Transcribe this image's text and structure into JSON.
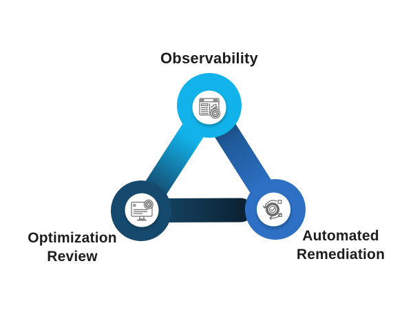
{
  "diagram": {
    "type": "triangle-cycle-infographic",
    "background_color": "#ffffff",
    "text_color": "#1d1d1d",
    "icon_stroke_color": "#6e6e6e",
    "nodes": [
      {
        "id": "observability",
        "label": "Observability",
        "color": "#12b3ea",
        "inner_circle_color": "#ffffff",
        "icon": "report-analytics-gear-icon",
        "position": "top"
      },
      {
        "id": "optimization-review",
        "label": "Optimization Review",
        "label_line1": "Optimization",
        "label_line2": "Review",
        "color": "#154a6e",
        "inner_circle_color": "#ffffff",
        "icon": "monitor-settings-icon",
        "position": "bottom-left"
      },
      {
        "id": "automated-remediation",
        "label": "Automated Remediation",
        "label_line1": "Automated",
        "label_line2": "Remediation",
        "color": "#2d70c4",
        "inner_circle_color": "#ffffff",
        "icon": "automation-gear-check-icon",
        "position": "bottom-right"
      }
    ],
    "connectors": {
      "observability_to_optimization": {
        "from": "#12b3ea",
        "to": "#154a6e"
      },
      "observability_to_remediation": {
        "from": "#112e4d",
        "mid": "#1f5b9b",
        "to": "#2d70c4"
      },
      "optimization_to_remediation": {
        "from": "#154a6e",
        "mid": "#123a55",
        "to": "#0c2335"
      }
    }
  }
}
